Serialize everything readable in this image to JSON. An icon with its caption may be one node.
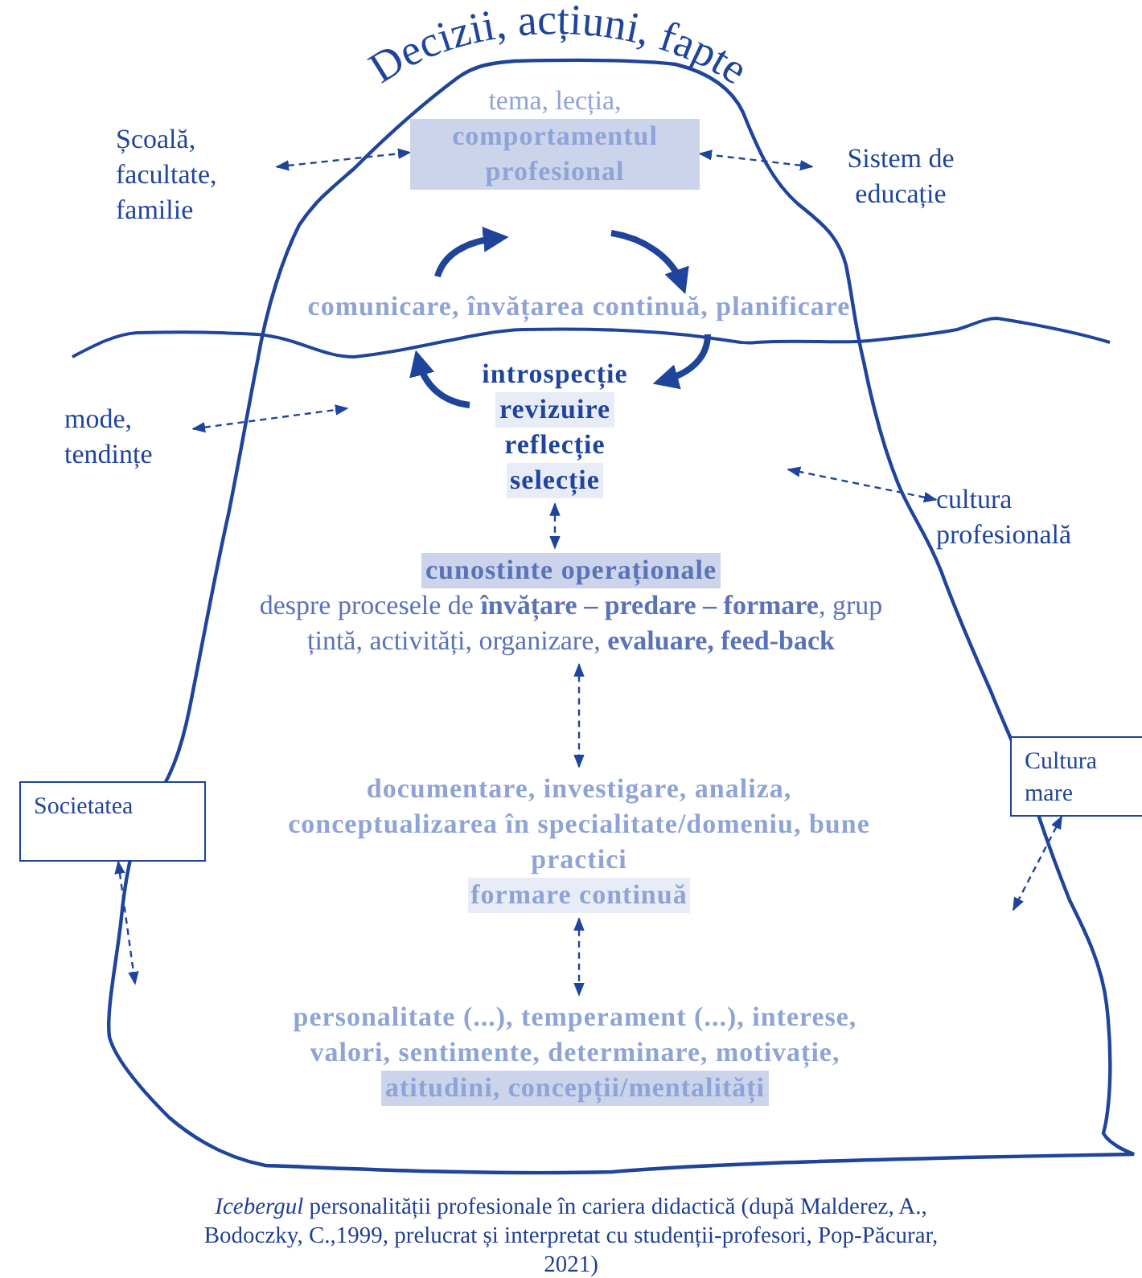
{
  "diagram": {
    "caption": "*Icebergul* personalității profesionale în cariera didactică (după Malderez, A., Bodoczky, C.,1999, prelucrat și interpretat cu studenții-profesori, Pop-Păcurar, 2021)",
    "nodes": [
      {
        "text": [
          "Decizii, acțiuni, fapte"
        ]
      },
      {
        "text": [
          "tema, lecția,",
          "comportamentul profesional"
        ],
        "in": 0
      },
      {
        "text": [
          "comunicare, învățarea continuă, planificare"
        ],
        "in": 0
      },
      {
        "text": [
          "introspecție",
          "revizuire",
          "reflecție",
          "selecție"
        ],
        "in": 0
      },
      {
        "text": [
          "cunostinte operaționale",
          "despre procesele de **învățare – predare – formare**, grup țintă, activități, organizare, **evaluare, feed-back**"
        ],
        "in": 0
      },
      {
        "text": [
          "documentare, investigare, analiza, conceptualizarea în specialitate/domeniu, bune practici",
          "formare continuă"
        ],
        "in": 0
      },
      {
        "text": [
          "personalitate (...), temperament (...), interese, valori, sentimente, determinare, motivație,",
          "atitudini, concepții/mentalități"
        ],
        "in": 0
      },
      {
        "text": [
          "Școală, facultate, familie"
        ]
      },
      {
        "text": [
          "Sistem de educație"
        ]
      },
      {
        "text": [
          "mode, tendințe"
        ]
      },
      {
        "text": [
          "cultura profesională"
        ]
      },
      {
        "text": [
          "Societatea"
        ]
      },
      {
        "text": [
          "Cultura mare"
        ]
      }
    ],
    "edges": [
      {
        "from": 7,
        "to": 1,
        "arrow": "both",
        "style": "dashed"
      },
      {
        "from": 8,
        "to": 1,
        "arrow": "both",
        "style": "dashed"
      },
      {
        "from": 9,
        "to": null,
        "arrow": "both",
        "style": "dashed"
      },
      {
        "from": 10,
        "to": null,
        "arrow": "both",
        "style": "dashed"
      },
      {
        "from": 11,
        "to": 0,
        "arrow": "both",
        "style": "dashed"
      },
      {
        "from": 12,
        "to": null,
        "arrow": "both",
        "style": "dashed"
      },
      {
        "from": 3,
        "to": 4,
        "arrow": "both",
        "style": "dashed"
      },
      {
        "from": 4,
        "to": 5,
        "arrow": "both",
        "style": "dashed"
      },
      {
        "from": 5,
        "to": 6,
        "arrow": "both",
        "style": "dashed"
      }
    ]
  }
}
